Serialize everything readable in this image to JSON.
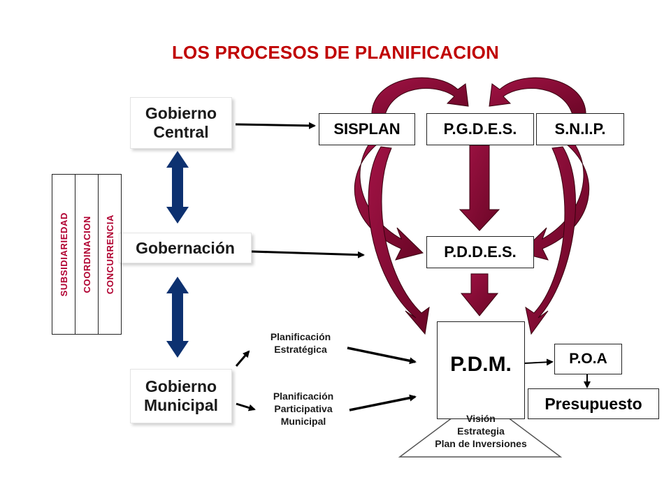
{
  "title": "LOS PROCESOS DE PLANIFICACION",
  "government_levels": {
    "central": "Gobierno\nCentral",
    "departmental": "Gobernación",
    "municipal": "Gobierno\nMunicipal"
  },
  "principles": [
    "SUBSIDIARIEDAD",
    "COORDINACION",
    "CONCURRENCIA"
  ],
  "systems": {
    "sisplan": "SISPLAN",
    "pgdes": "P.G.D.E.S.",
    "snip": "S.N.I.P.",
    "pddes": "P.D.D.E.S.",
    "pdm": "P.D.M.",
    "poa": "P.O.A",
    "presupuesto": "Presupuesto"
  },
  "municipal_processes": {
    "strategic": "Planificación\nEstratégica",
    "participative": "Planificación\nParticipativa\nMunicipal"
  },
  "pdm_contents": "Visión\nEstrategia\nPlan de Inversiones",
  "colors": {
    "title": "#c00000",
    "principles_text": "#b00030",
    "maroon_arrow": "#8b0a35",
    "navy_arrow": "#0d3170"
  }
}
